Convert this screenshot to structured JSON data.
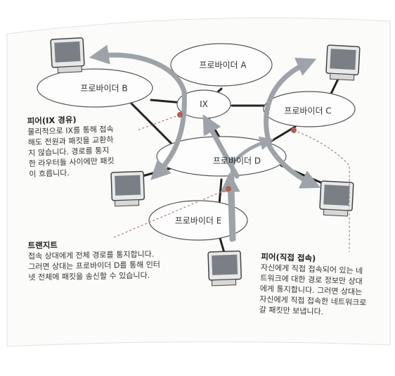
{
  "nodes": {
    "provider_a": "프로바이더 A",
    "provider_b": "프로바이더 B",
    "provider_c": "프로바이더 C",
    "provider_d": "프로바이더 D",
    "provider_e": "프로바이더 E",
    "ix": "IX"
  },
  "notes": {
    "peer_ix": {
      "title": "피어(IX 경유)",
      "lines": [
        "물리적으로 IX를 통해 접속",
        "해도 전원과 패킷을 교환하",
        "지 않습니다. 경로를 통지",
        "한 라우터들 사이에만 패킷",
        "이 흐릅니다."
      ]
    },
    "transit": {
      "title": "트랜지트",
      "lines": [
        "접속 상대에게 전체 경로를 통지합니다.",
        "그러면 상대는 프로바이더 D를 통해 인터",
        "넷 전체에 패킷을 송신할 수 있습니다."
      ]
    },
    "peer_direct": {
      "title": "피어(직접 접속)",
      "lines": [
        "자신에게 직접 접속되어 있는 네",
        "트워크에 대한 경로 정보만 상대",
        "에게 통지합니다. 그러면 상대는",
        "자신에게 직접 접속한 네트워크로",
        "갈 패킷만 보냅니다."
      ]
    }
  },
  "colors": {
    "page_bg": "#fbfbfa",
    "arrow": "#9ea3aa",
    "link": "#222222",
    "dot": "#b05f55",
    "dash": "#b07a72"
  }
}
